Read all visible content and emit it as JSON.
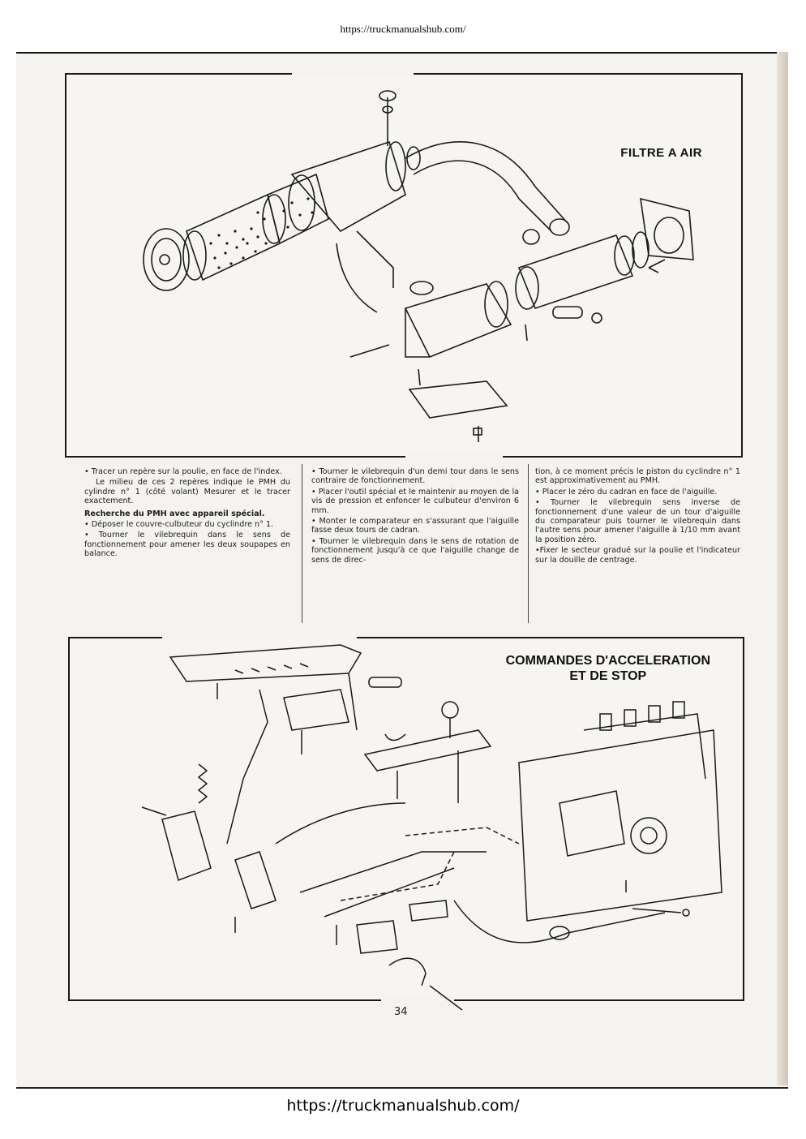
{
  "header": {
    "url": "https://truckmanualshub.com/"
  },
  "footer": {
    "url": "https://truckmanualshub.com/"
  },
  "figure1": {
    "title": "FILTRE A AIR"
  },
  "figure2": {
    "title_line1": "COMMANDES D'ACCELERATION",
    "title_line2": "ET DE STOP"
  },
  "text": {
    "col1": [
      "• Tracer un repère sur la poulie, en face de l'index.",
      "Le milieu de ces 2 repères indique le PMH du cylindre n° 1 (côté volant) Mesurer et le tracer exactement.",
      "Recherche du PMH avec appareil spécial.",
      "• Déposer le couvre-culbuteur du cyclindre n° 1.",
      "• Tourner le vilebrequin dans le sens de fonctionnement pour amener les deux soupapes en balance."
    ],
    "col2": [
      "• Tourner le vilebrequin d'un demi tour dans le sens contraire de fonctionnement.",
      "• Placer l'outil spécial et le maintenir au moyen de la vis de pression et enfoncer le culbuteur d'environ 6 mm.",
      "• Monter le comparateur en s'assurant que l'aiguille fasse deux tours de cadran.",
      "• Tourner le vilebrequin dans le sens de rotation de fonctionnement jusqu'à ce que l'aiguille change de sens de direc-"
    ],
    "col3": [
      "tion, à ce moment précis le piston du cyclindre n° 1 est approximativement au PMH.",
      "• Placer le zéro du cadran en face de l'aiguille.",
      "• Tourner le vilebrequin sens inverse de fonctionnement d'une valeur de un tour d'aiguille du comparateur puis tourner le vilebrequin dans l'autre sens pour amener l'aiguille à 1/10 mm avant la position zéro.",
      "•Fixer le secteur gradué sur la poulie et l'indicateur sur la douille de centrage."
    ]
  },
  "page_number": "34"
}
